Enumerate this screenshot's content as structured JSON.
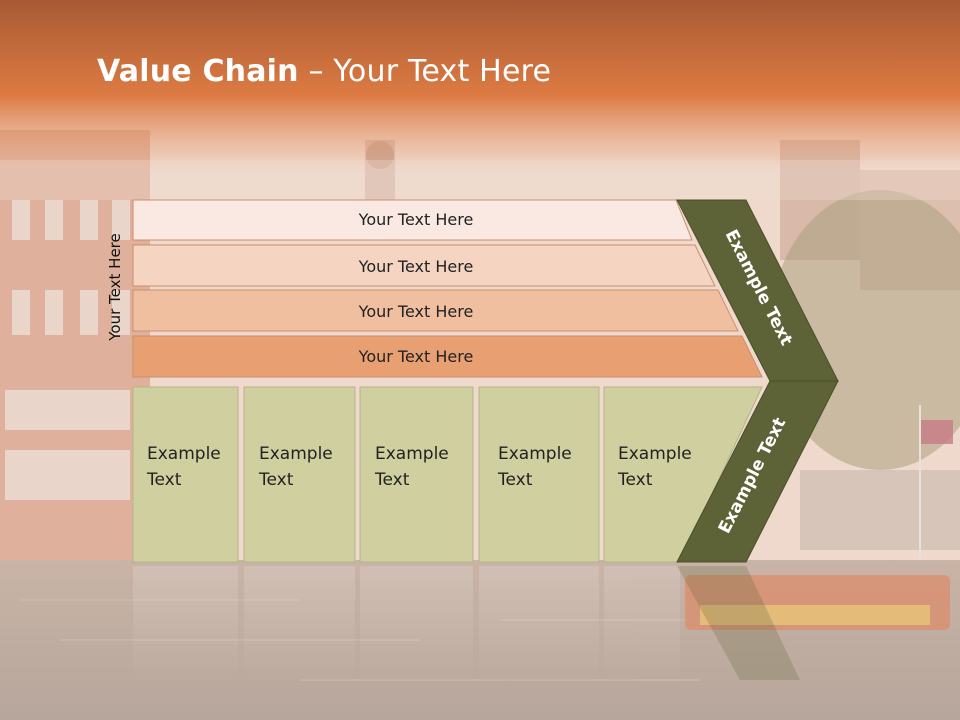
{
  "slide": {
    "title_bold": "Value Chain",
    "title_rest": " – Your Text Here",
    "side_label": "Your Text Here"
  },
  "support_rows": [
    {
      "label": "Your Text Here",
      "fill": "#f9e9e2"
    },
    {
      "label": "Your Text Here",
      "fill": "#f5d4c2"
    },
    {
      "label": "Your Text Here",
      "fill": "#f0bf9f"
    },
    {
      "label": "Your Text Here",
      "fill": "#e89f72"
    }
  ],
  "primary_boxes": [
    {
      "line1": "Example",
      "line2": "Text"
    },
    {
      "line1": "Example",
      "line2": "Text"
    },
    {
      "line1": "Example",
      "line2": "Text"
    },
    {
      "line1": "Example",
      "line2": "Text"
    },
    {
      "line1": "Example",
      "line2": "Text"
    }
  ],
  "margin_arrow": {
    "upper_label": "Example Text",
    "lower_label": "Example Text",
    "fill": "#5e6237"
  },
  "colors": {
    "header": "#e27f44",
    "box_fill": "#cfcf9f",
    "box_stroke": "#b5b38a"
  }
}
